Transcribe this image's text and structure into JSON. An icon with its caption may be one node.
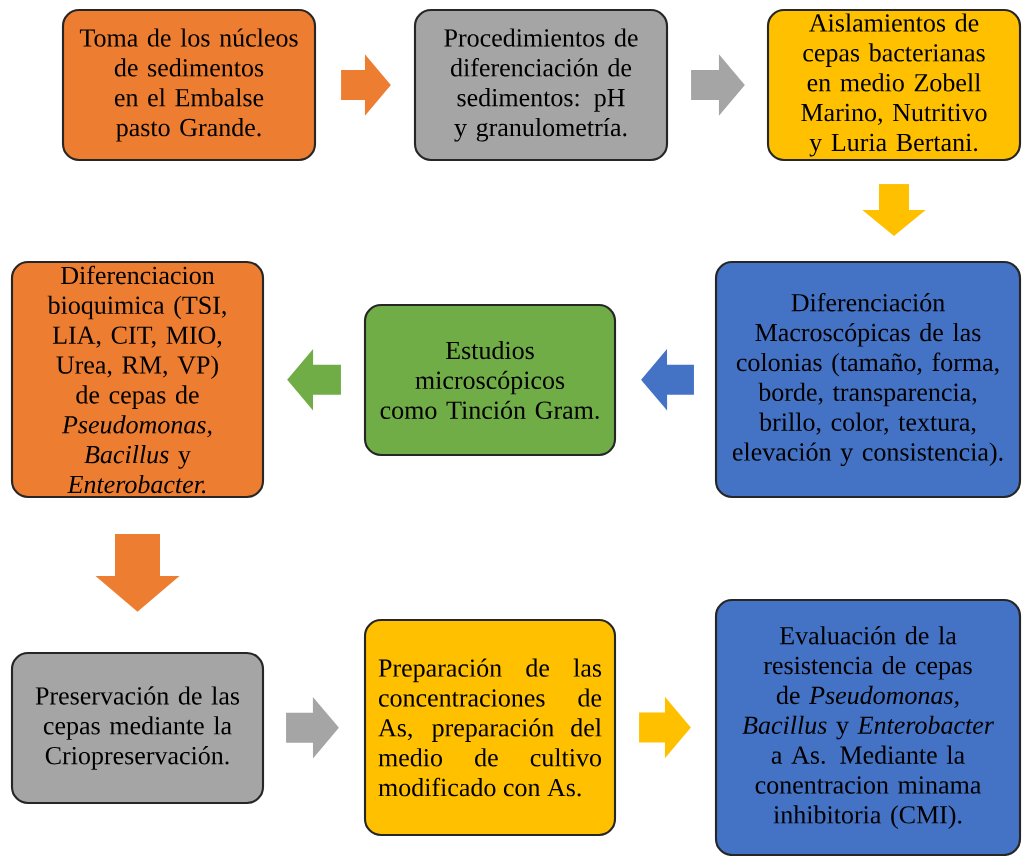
{
  "diagram": {
    "nodes": [
      {
        "text": [
          "Toma de los núcleos de sedimentos en el Embalse pasto Grande."
        ]
      },
      {
        "text": [
          "Procedimientos de diferenciación de sedimentos: pH y granulometría."
        ]
      },
      {
        "text": [
          "Aislamientos de cepas bacterianas en medio Zobell Marino, Nutritivo y Luria Bertani."
        ]
      },
      {
        "text": [
          "Diferenciación Macroscópicas de las colonias (tamaño, forma, borde, transparencia, brillo, color, textura, elevación y consistencia)."
        ]
      },
      {
        "text": [
          "Estudios microscópicos como Tinción Gram."
        ]
      },
      {
        "text": [
          "Diferenciacion bioquimica (TSI, LIA, CIT, MIO, Urea, RM, VP) de cepas de *Pseudomonas, Bacillus* y *Enterobacter.*"
        ]
      },
      {
        "text": [
          "Preservación de las cepas mediante la Criopreservación."
        ]
      },
      {
        "text": [
          "Preparación de las concentraciones de As, preparación del medio de cultivo modificado con As."
        ]
      },
      {
        "text": [
          "Evaluación de la resistencia de cepas de *Pseudomonas, Bacillus* y *Enterobacter* a As. Mediante la conentracion minama inhibitoria (CMI)."
        ]
      }
    ],
    "edges": [
      {
        "from": 0,
        "to": 1,
        "arrow": "to",
        "color": "#ed7d31"
      },
      {
        "from": 1,
        "to": 2,
        "arrow": "to",
        "color": "#a5a5a5"
      },
      {
        "from": 2,
        "to": 3,
        "arrow": "to",
        "color": "#ffc000"
      },
      {
        "from": 3,
        "to": 4,
        "arrow": "to",
        "color": "#4472c4"
      },
      {
        "from": 4,
        "to": 5,
        "arrow": "to",
        "color": "#70ad47"
      },
      {
        "from": 5,
        "to": 6,
        "arrow": "to",
        "color": "#ed7d31"
      },
      {
        "from": 6,
        "to": 7,
        "arrow": "to",
        "color": "#a5a5a5"
      },
      {
        "from": 7,
        "to": 8,
        "arrow": "to",
        "color": "#ffc000"
      }
    ]
  }
}
